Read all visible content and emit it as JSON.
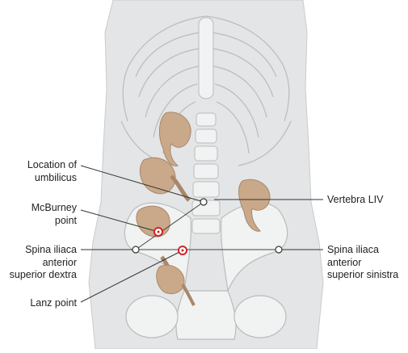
{
  "labels": {
    "umbilicus": [
      "Location of",
      "umbilicus"
    ],
    "mcburney": [
      "McBurney",
      "point"
    ],
    "spina_dextra": [
      "Spina iliaca",
      "anterior",
      "superior dextra"
    ],
    "lanz": [
      "Lanz point"
    ],
    "vertebra": [
      "Vertebra LIV"
    ],
    "spina_sinistra": [
      "Spina iliaca",
      "anterior",
      "superior sinistra"
    ]
  },
  "colors": {
    "body": "#e3e5e6",
    "bone": "#f1f2f2",
    "bone_outline": "#b9bcbe",
    "organ": "#c9a98a",
    "organ_shade": "#a9876a",
    "marker_red": "#d2232a",
    "leader": "#333333"
  }
}
